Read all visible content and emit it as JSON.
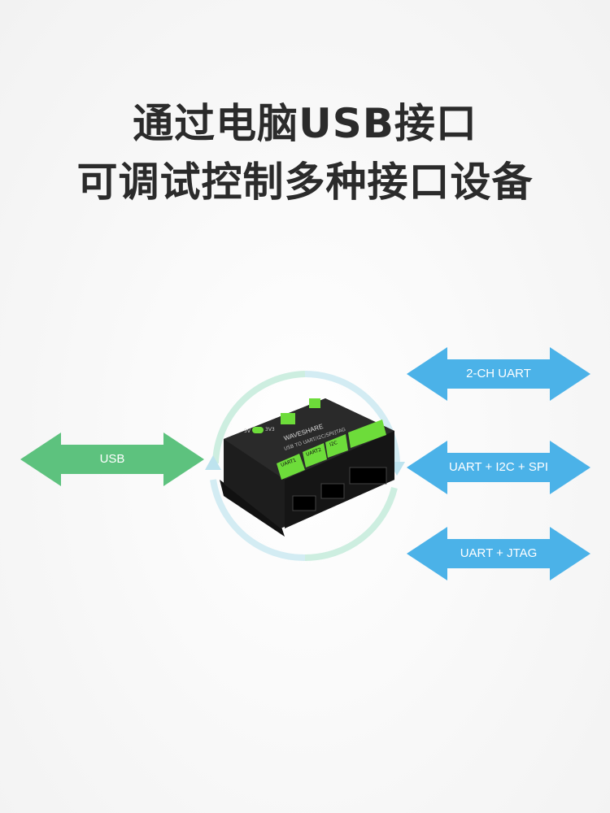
{
  "headline": {
    "line1": "通过电脑USB接口",
    "line2": "可调试控制多种接口设备"
  },
  "input_arrow": {
    "label": "USB",
    "color": "#5dc27e"
  },
  "output_arrows": [
    {
      "label": "2-CH UART",
      "color": "#4bb2e8"
    },
    {
      "label": "UART + I2C + SPI",
      "color": "#4bb2e8"
    },
    {
      "label": "UART + JTAG",
      "color": "#4bb2e8"
    }
  ],
  "device": {
    "brand": "WAVESHARE",
    "subtitle": "USB TO UART/I2C/SPI/JTAG",
    "ports": [
      "UART1",
      "UART2",
      "I2C"
    ],
    "switch_labels": [
      "5V",
      "3V3"
    ]
  }
}
